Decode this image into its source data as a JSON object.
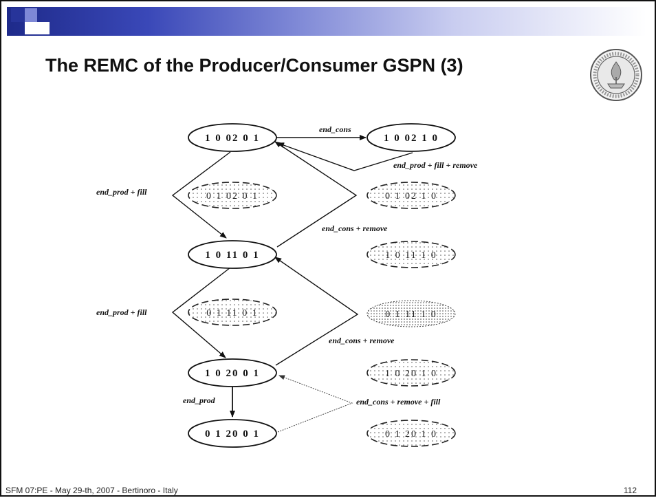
{
  "slide": {
    "title": "The REMC of the Producer/Consumer GSPN (3)",
    "footer": "SFM 07:PE - May 29-th, 2007 - Bertinoro - Italy",
    "page_number": "112",
    "accent_color": "#1e2a8a",
    "logo": "university-seal"
  },
  "diagram": {
    "tangible_states": [
      {
        "id": "s1",
        "label": "1 0 02 0 1"
      },
      {
        "id": "s2",
        "label": "1 0 02 1 0"
      },
      {
        "id": "s3",
        "label": "1 0 11 0 1"
      },
      {
        "id": "s4",
        "label": "1 0 20 0 1"
      },
      {
        "id": "s5",
        "label": "0 1 20 0 1"
      }
    ],
    "vanishing_states": [
      {
        "id": "v1",
        "label": "0 1 02 0 1"
      },
      {
        "id": "v2",
        "label": "0 1 02 1 0"
      },
      {
        "id": "v3",
        "label": "1 0 11 1 0"
      },
      {
        "id": "v4",
        "label": "0 1 11 0 1"
      },
      {
        "id": "v5",
        "label": "0 1 11 1 0"
      },
      {
        "id": "v6",
        "label": "1 0 20 1 0"
      },
      {
        "id": "v7",
        "label": "0 1 20 1 0"
      }
    ],
    "edge_labels": {
      "e1": "end_cons",
      "e2": "end_prod + fill + remove",
      "e3": "end_prod + fill",
      "e4": "end_cons + remove",
      "e5": "end_prod + fill",
      "e6": "end_cons + remove",
      "e7": "end_prod",
      "e8": "end_cons + remove + fill"
    }
  }
}
